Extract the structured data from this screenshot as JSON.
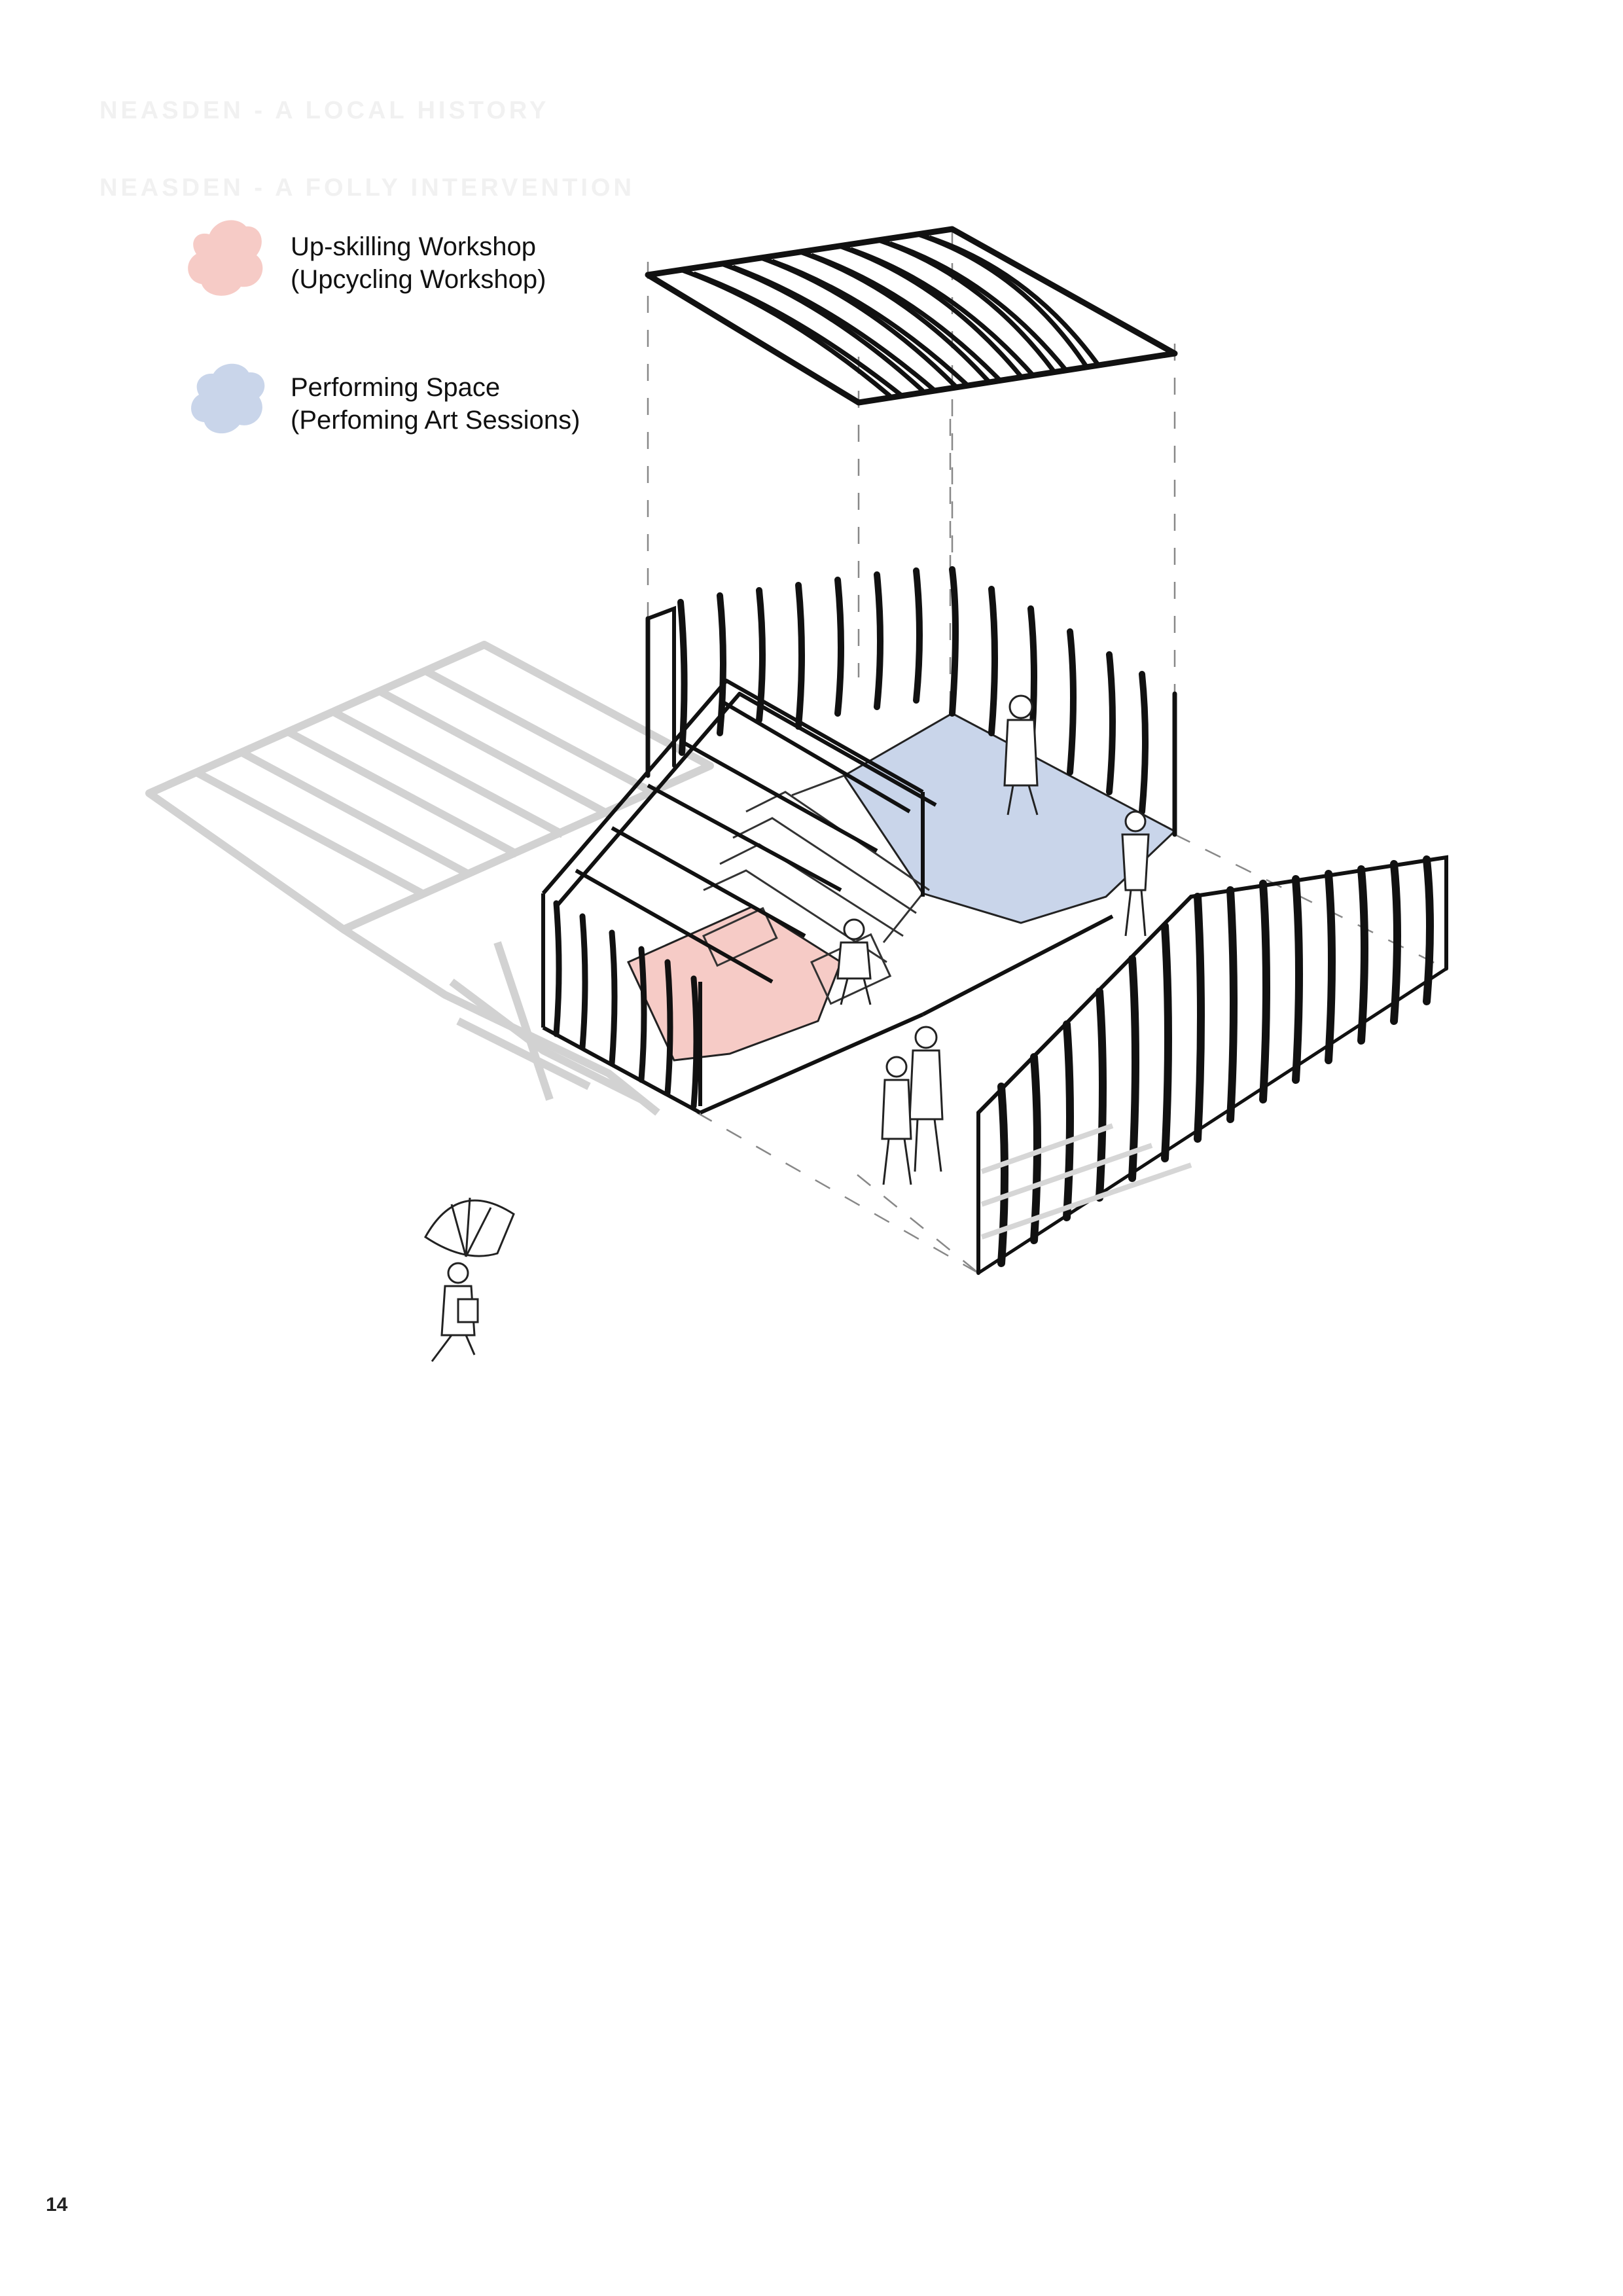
{
  "headings": {
    "local_history": "NEASDEN - A LOCAL HISTORY",
    "folly_intervention": "NEASDEN - A FOLLY INTERVENTION"
  },
  "legend": [
    {
      "label_line1": "Up-skilling Workshop",
      "label_line2": "(Upcycling Workshop)",
      "color": "#f6cbc6"
    },
    {
      "label_line1": "Performing Space",
      "label_line2": "(Perfoming Art Sessions)",
      "color": "#c9d5ea"
    }
  ],
  "colors": {
    "workshop_zone": "#f6cbc6",
    "performing_zone": "#c9d5ea",
    "ghost_grey": "#cfcfcf",
    "line_black": "#111111"
  },
  "icons": [
    "umbrella-pedestrian-figure",
    "walking-figure",
    "seated-figure",
    "standing-figure"
  ],
  "page_number": "14"
}
